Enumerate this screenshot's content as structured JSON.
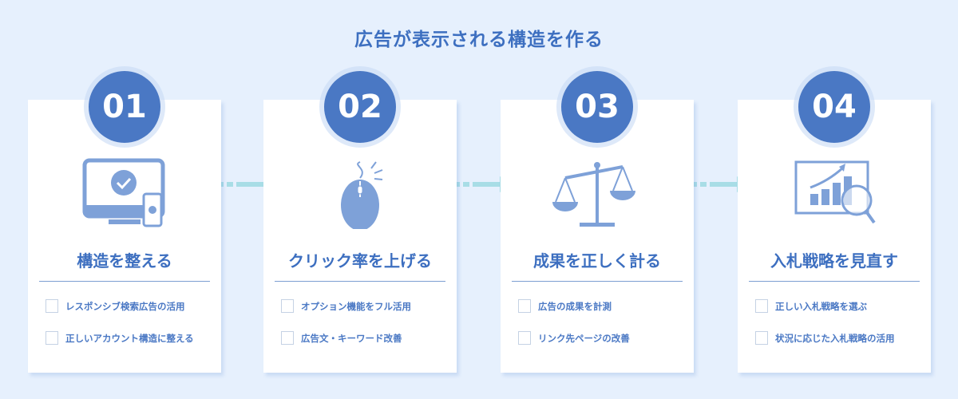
{
  "title": "広告が表示される構造を作る",
  "colors": {
    "accent": "#4a78c4",
    "icon": "#7ea1d8",
    "arrow": "#a8dde6",
    "background": "#e6f0fd"
  },
  "steps": [
    {
      "number": "01",
      "icon": "monitor-check-icon",
      "title": "構造を整える",
      "items": [
        "レスポンシブ検索広告の活用",
        "正しいアカウント構造に整える"
      ]
    },
    {
      "number": "02",
      "icon": "mouse-click-icon",
      "title": "クリック率を上げる",
      "items": [
        "オプション機能をフル活用",
        "広告文・キーワード改善"
      ]
    },
    {
      "number": "03",
      "icon": "balance-scale-icon",
      "title": "成果を正しく計る",
      "items": [
        "広告の成果を計測",
        "リンク先ページの改善"
      ]
    },
    {
      "number": "04",
      "icon": "chart-magnifier-icon",
      "title": "入札戦略を見直す",
      "items": [
        "正しい入札戦略を選ぶ",
        "状況に応じた入札戦略の活用"
      ]
    }
  ]
}
